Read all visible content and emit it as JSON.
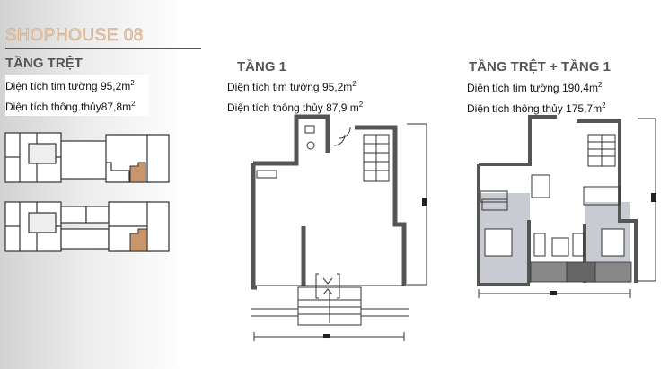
{
  "title": "SHOPHOUSE 08",
  "sections": [
    {
      "heading": "TẦNG TRỆT",
      "area_wall_label": "Diện tích tim tường 95,2m",
      "area_wall_unit_sup": "2",
      "area_net_label": "Diện tích thông thủy87,8m",
      "area_net_unit_sup": "2"
    },
    {
      "heading": "TẦNG 1",
      "area_wall_label": "Diện tích tim tường 95,2m",
      "area_wall_unit_sup": "2",
      "area_net_label": "Diện tích thông thủy 87,9 m",
      "area_net_unit_sup": "2"
    },
    {
      "heading": "TẦNG TRỆT + TẦNG 1",
      "area_wall_label": "Diện tích tim tường 190,4m",
      "area_wall_unit_sup": "2",
      "area_net_label": "Diện tích thông thủy 175,7m",
      "area_net_unit_sup": "2"
    }
  ],
  "colors": {
    "title_fill": "#ecd4bc",
    "title_stroke": "#c9a07a",
    "highlight_unit": "#c8966a",
    "wall": "#555555",
    "room_shade": "#c8ccd2"
  },
  "key_plans": [
    {
      "name": "ground-floor-key-plan",
      "highlighted_unit": "shophouse-08"
    },
    {
      "name": "first-floor-key-plan",
      "highlighted_unit": "shophouse-08"
    }
  ]
}
